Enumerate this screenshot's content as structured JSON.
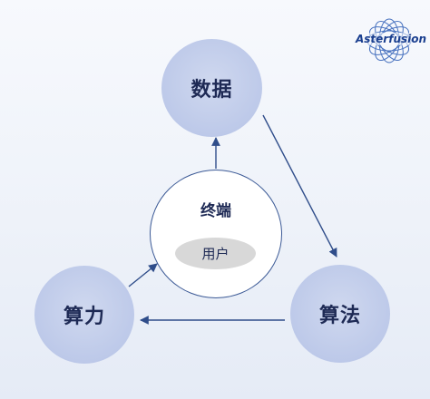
{
  "brand": {
    "logo_text": "Asterfusion",
    "logo_color": "#1a3f8f",
    "logo_icon": "interlaced-rings-logo"
  },
  "diagram": {
    "nodes": {
      "data": {
        "label": "数据"
      },
      "algorithm": {
        "label": "算法"
      },
      "compute": {
        "label": "算力"
      }
    },
    "terminal": {
      "label": "终端",
      "inner": {
        "label": "用户"
      }
    },
    "edges": [
      {
        "from": "data",
        "to": "algorithm"
      },
      {
        "from": "algorithm",
        "to": "compute"
      },
      {
        "from": "compute",
        "to": "terminal"
      },
      {
        "from": "terminal",
        "to": "data"
      }
    ],
    "colors": {
      "node_fill": "#bdc9e9",
      "node_text": "#1e2a55",
      "arrow": "#2f4d8a",
      "terminal_border": "#3c5a96",
      "user_fill": "#d8d8d8"
    }
  }
}
